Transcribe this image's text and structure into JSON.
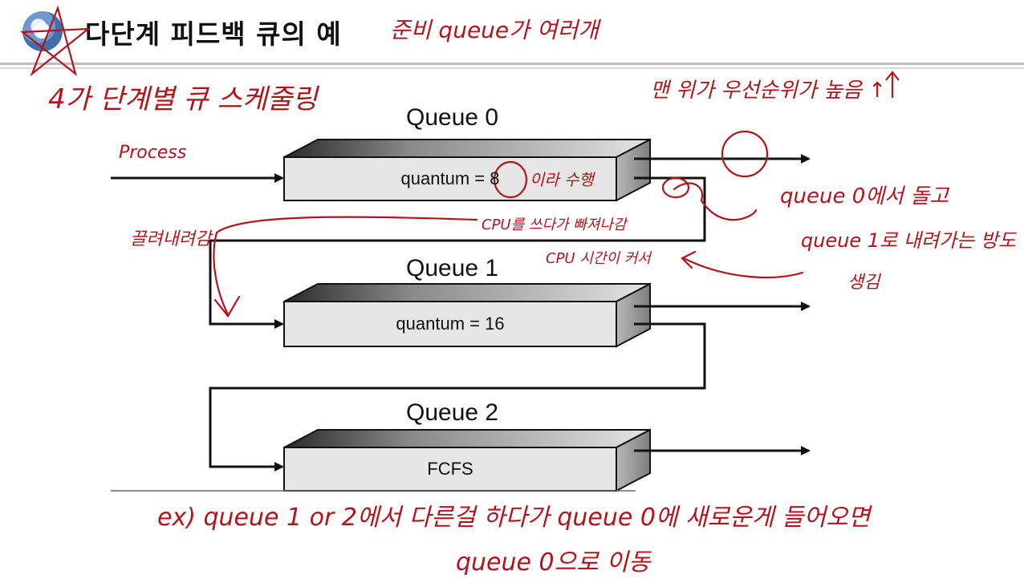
{
  "title": {
    "text": "다단계 피드백 큐의 예",
    "bullet_icon": "circle-bullet-icon"
  },
  "queues": [
    {
      "label": "Queue 0",
      "content": "quantum = 8"
    },
    {
      "label": "Queue 1",
      "content": "quantum = 16"
    },
    {
      "label": "Queue 2",
      "content": "FCFS"
    }
  ],
  "entry_label": "Process",
  "handwritten_notes": {
    "title_note": "준비 queue가 여러개",
    "stages_note": "4가 단계별 큐 스케줄링",
    "priority_note": "맨 위가 우선순위가 높음 ↑",
    "quantum_note": "이라 수행",
    "cpu_usage_note": "CPU를 쓰다가 빠져나감",
    "cpu_time_note": "CPU 시간이 커서",
    "queue_move_note_1": "queue 0에서 돌고",
    "queue_move_note_2": "queue 1로 내려가는 방도",
    "queue_move_note_3": "생김",
    "fall_note": "끌려내려감",
    "example_note_1": "ex) queue 1 or 2에서 다른걸 하다가 queue 0에 새로운게 들어오면",
    "example_note_2": "queue 0으로 이동"
  },
  "colors": {
    "ink": "#b3141b",
    "arrow": "#111111",
    "box_fill": "#e6e6e6",
    "bullet": "#3e6fb0"
  }
}
